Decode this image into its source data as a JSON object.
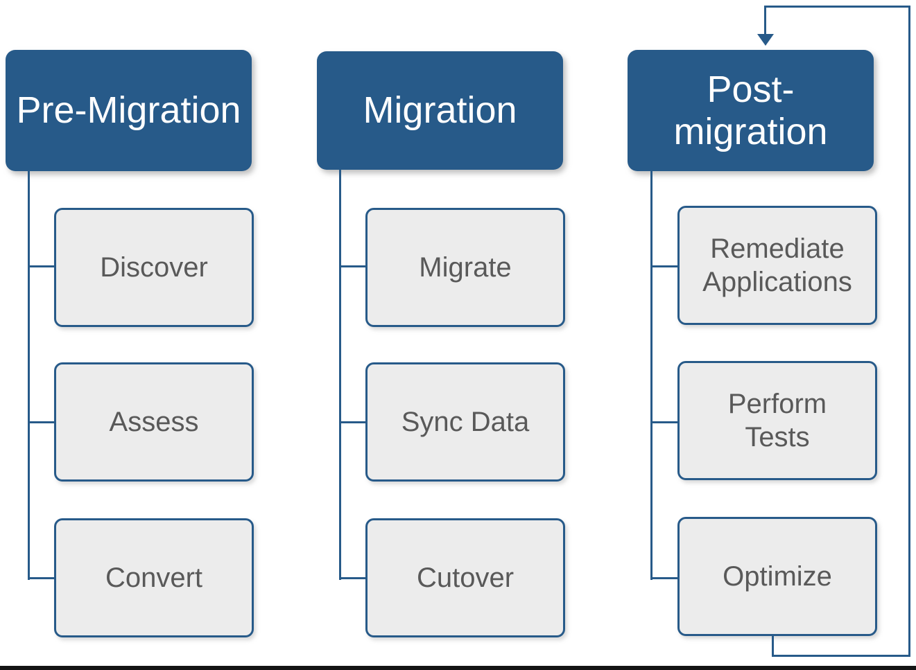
{
  "diagram": {
    "type": "process-flow",
    "columns": [
      {
        "header": "Pre-Migration",
        "items": [
          "Discover",
          "Assess",
          "Convert"
        ]
      },
      {
        "header": "Migration",
        "items": [
          "Migrate",
          "Sync Data",
          "Cutover"
        ]
      },
      {
        "header": "Post-migration",
        "items": [
          "Remediate Applications",
          "Perform Tests",
          "Optimize"
        ]
      }
    ],
    "loop": {
      "from": "Optimize",
      "to": "Post-migration",
      "direction": "feedback-arrow around right edge pointing down into Post-migration header"
    },
    "colors": {
      "header_bg": "#275A89",
      "header_text": "#FFFFFF",
      "box_bg": "#ECECEC",
      "box_border": "#275A89",
      "box_text": "#595959",
      "connector": "#275A89",
      "background": "#FFFFFF"
    }
  }
}
